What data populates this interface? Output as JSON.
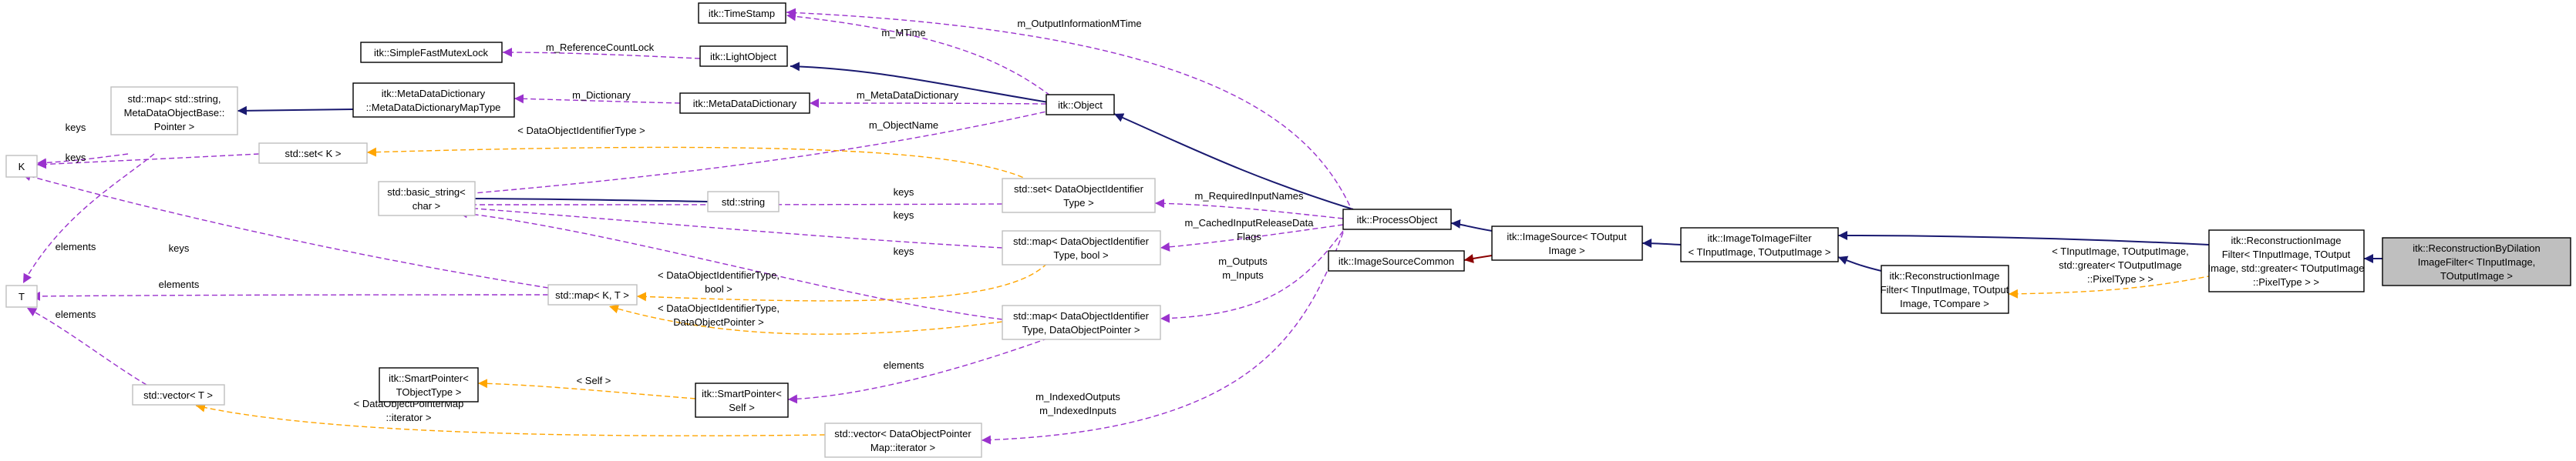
{
  "colors": {
    "inherit": "#191970",
    "use": "#9a32cd",
    "template": "#ffa500",
    "protected": "#8b0000",
    "focus_fill": "#bfbfbf"
  },
  "nodes": {
    "timestamp": [
      "itk::TimeStamp"
    ],
    "simplefastmutexlock": [
      "itk::SimpleFastMutexLock"
    ],
    "lightobject": [
      "itk::LightObject"
    ],
    "stdmap_metadata": [
      "std::map< std::string,",
      "MetaDataObjectBase::",
      "Pointer >"
    ],
    "metadatadictionary_maptype": [
      "itk::MetaDataDictionary",
      "::MetaDataDictionaryMapType"
    ],
    "metadatadictionary": [
      "itk::MetaDataDictionary"
    ],
    "object": [
      "itk::Object"
    ],
    "k": [
      "K"
    ],
    "stdset_k": [
      "std::set< K >"
    ],
    "basic_string": [
      "std::basic_string<",
      "char >"
    ],
    "stdstring": [
      "std::string"
    ],
    "stdset_doid": [
      "std::set< DataObjectIdentifier",
      "Type >"
    ],
    "processobject": [
      "itk::ProcessObject"
    ],
    "imagesource": [
      "itk::ImageSource< TOutput",
      "Image >"
    ],
    "imagetoimagefilter": [
      "itk::ImageToImageFilter",
      "< TInputImage, TOutputImage >"
    ],
    "recon_greater": [
      "itk::ReconstructionImage",
      "Filter< TInputImage, TOutput",
      "Image, std::greater< TOutputImage",
      "::PixelType > >"
    ],
    "recon_dilation": [
      "itk::ReconstructionByDilation",
      "ImageFilter< TInputImage,",
      "TOutputImage >"
    ],
    "stdmap_doid_bool": [
      "std::map< DataObjectIdentifier",
      "Type, bool >"
    ],
    "imagesourcecommon": [
      "itk::ImageSourceCommon"
    ],
    "recon_compare": [
      "itk::ReconstructionImage",
      "Filter< TInputImage, TOutput",
      "Image, TCompare >"
    ],
    "t": [
      "T"
    ],
    "stdmap_kt": [
      "std::map< K, T >"
    ],
    "stdmap_doid_dop": [
      "std::map< DataObjectIdentifier",
      "Type, DataObjectPointer >"
    ],
    "smartpointer_tobj": [
      "itk::SmartPointer<",
      "TObjectType >"
    ],
    "smartpointer_self": [
      "itk::SmartPointer<",
      "Self >"
    ],
    "stdvector_t": [
      "std::vector< T >"
    ],
    "stdvector_dopmap": [
      "std::vector< DataObjectPointer",
      "Map::iterator >"
    ]
  },
  "edge_labels": {
    "m_outputinformationmtime": [
      "m_OutputInformationMTime"
    ],
    "m_mtime": [
      "m_MTime"
    ],
    "m_referencecountlock": [
      "m_ReferenceCountLock"
    ],
    "m_dictionary": [
      "m_Dictionary"
    ],
    "m_metadatadictionary": [
      "m_MetaDataDictionary"
    ],
    "m_objectname": [
      "m_ObjectName"
    ],
    "keys_map_k": [
      "keys"
    ],
    "keys_set_k": [
      "keys"
    ],
    "elements_map_t": [
      "elements"
    ],
    "doid_type": [
      "< DataObjectIdentifierType >"
    ],
    "keys_set_string": [
      "keys"
    ],
    "keys_mapbool_string": [
      "keys"
    ],
    "keys_mapdop_string": [
      "keys"
    ],
    "m_requiredinputnames": [
      "m_RequiredInputNames"
    ],
    "m_cachedinput": [
      "m_CachedInputReleaseData",
      "Flags"
    ],
    "m_outputs": [
      "m_Outputs",
      "m_Inputs"
    ],
    "keys_mapkt_k": [
      "keys"
    ],
    "elements_mapkt_t": [
      "elements"
    ],
    "doid_bool": [
      "< DataObjectIdentifierType,",
      "bool >"
    ],
    "doid_dop": [
      "< DataObjectIdentifierType,",
      "DataObjectPointer >"
    ],
    "elements_smartself": [
      "elements"
    ],
    "self": [
      "< Self >"
    ],
    "elements_vector_t": [
      "elements"
    ],
    "dop_iterator": [
      "< DataObjectPointerMap",
      "::iterator >"
    ],
    "m_indexedoutputs": [
      "m_IndexedOutputs",
      "m_IndexedInputs"
    ],
    "greater_pixeltype": [
      "< TInputImage, TOutputImage,",
      "std::greater< TOutputImage",
      "::PixelType > >"
    ]
  }
}
